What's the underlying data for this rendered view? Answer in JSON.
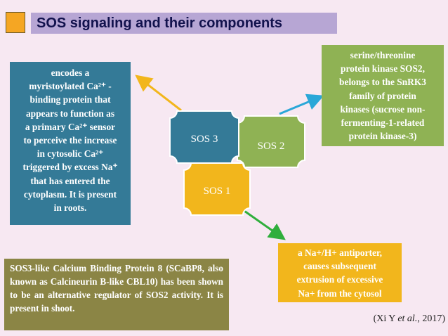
{
  "title": "SOS signaling and their components",
  "nodes": {
    "sos3": "SOS 3",
    "sos2": "SOS 2",
    "sos1": "SOS 1"
  },
  "left_box": {
    "lines": [
      "encodes a",
      "myristoylated Ca²⁺ -",
      "binding protein that",
      "appears to function as",
      "a primary Ca²⁺ sensor",
      "to perceive the increase",
      "in cytosolic Ca²⁺",
      "triggered by excess Na⁺",
      "that has entered the",
      "cytoplasm. It is present",
      "in roots."
    ]
  },
  "right_box": {
    "lines": [
      "serine/threonine",
      "protein kinase SOS2,",
      "belongs to the SnRK3",
      "family of protein",
      "kinases (sucrose non-",
      "fermenting-1-related",
      "protein kinase-3)"
    ]
  },
  "bottom_right_box": {
    "lines": [
      "a Na+/H+ antiporter,",
      "causes subsequent",
      "extrusion of excessive",
      "Na+ from the cytosol"
    ]
  },
  "bottom_left_box": {
    "text": "SOS3-like Calcium Binding Protein 8 (SCaBP8, also known as Calcineurin B-like CBL10) has been shown to be an alternative regulator of SOS2 activity. It is present in shoot."
  },
  "citation": {
    "prefix": "(Xi Y ",
    "italic": "et al.",
    "suffix": ", 2017)"
  },
  "colors": {
    "background": "#f7e8f2",
    "title_bar": "#b7a6d4",
    "sos3": "#347a97",
    "sos2": "#8fb254",
    "sos1": "#f2b61c",
    "arrow_sos3": "#f2b61c",
    "arrow_sos2": "#2aa7d8",
    "arrow_sos1": "#2fae3c"
  }
}
